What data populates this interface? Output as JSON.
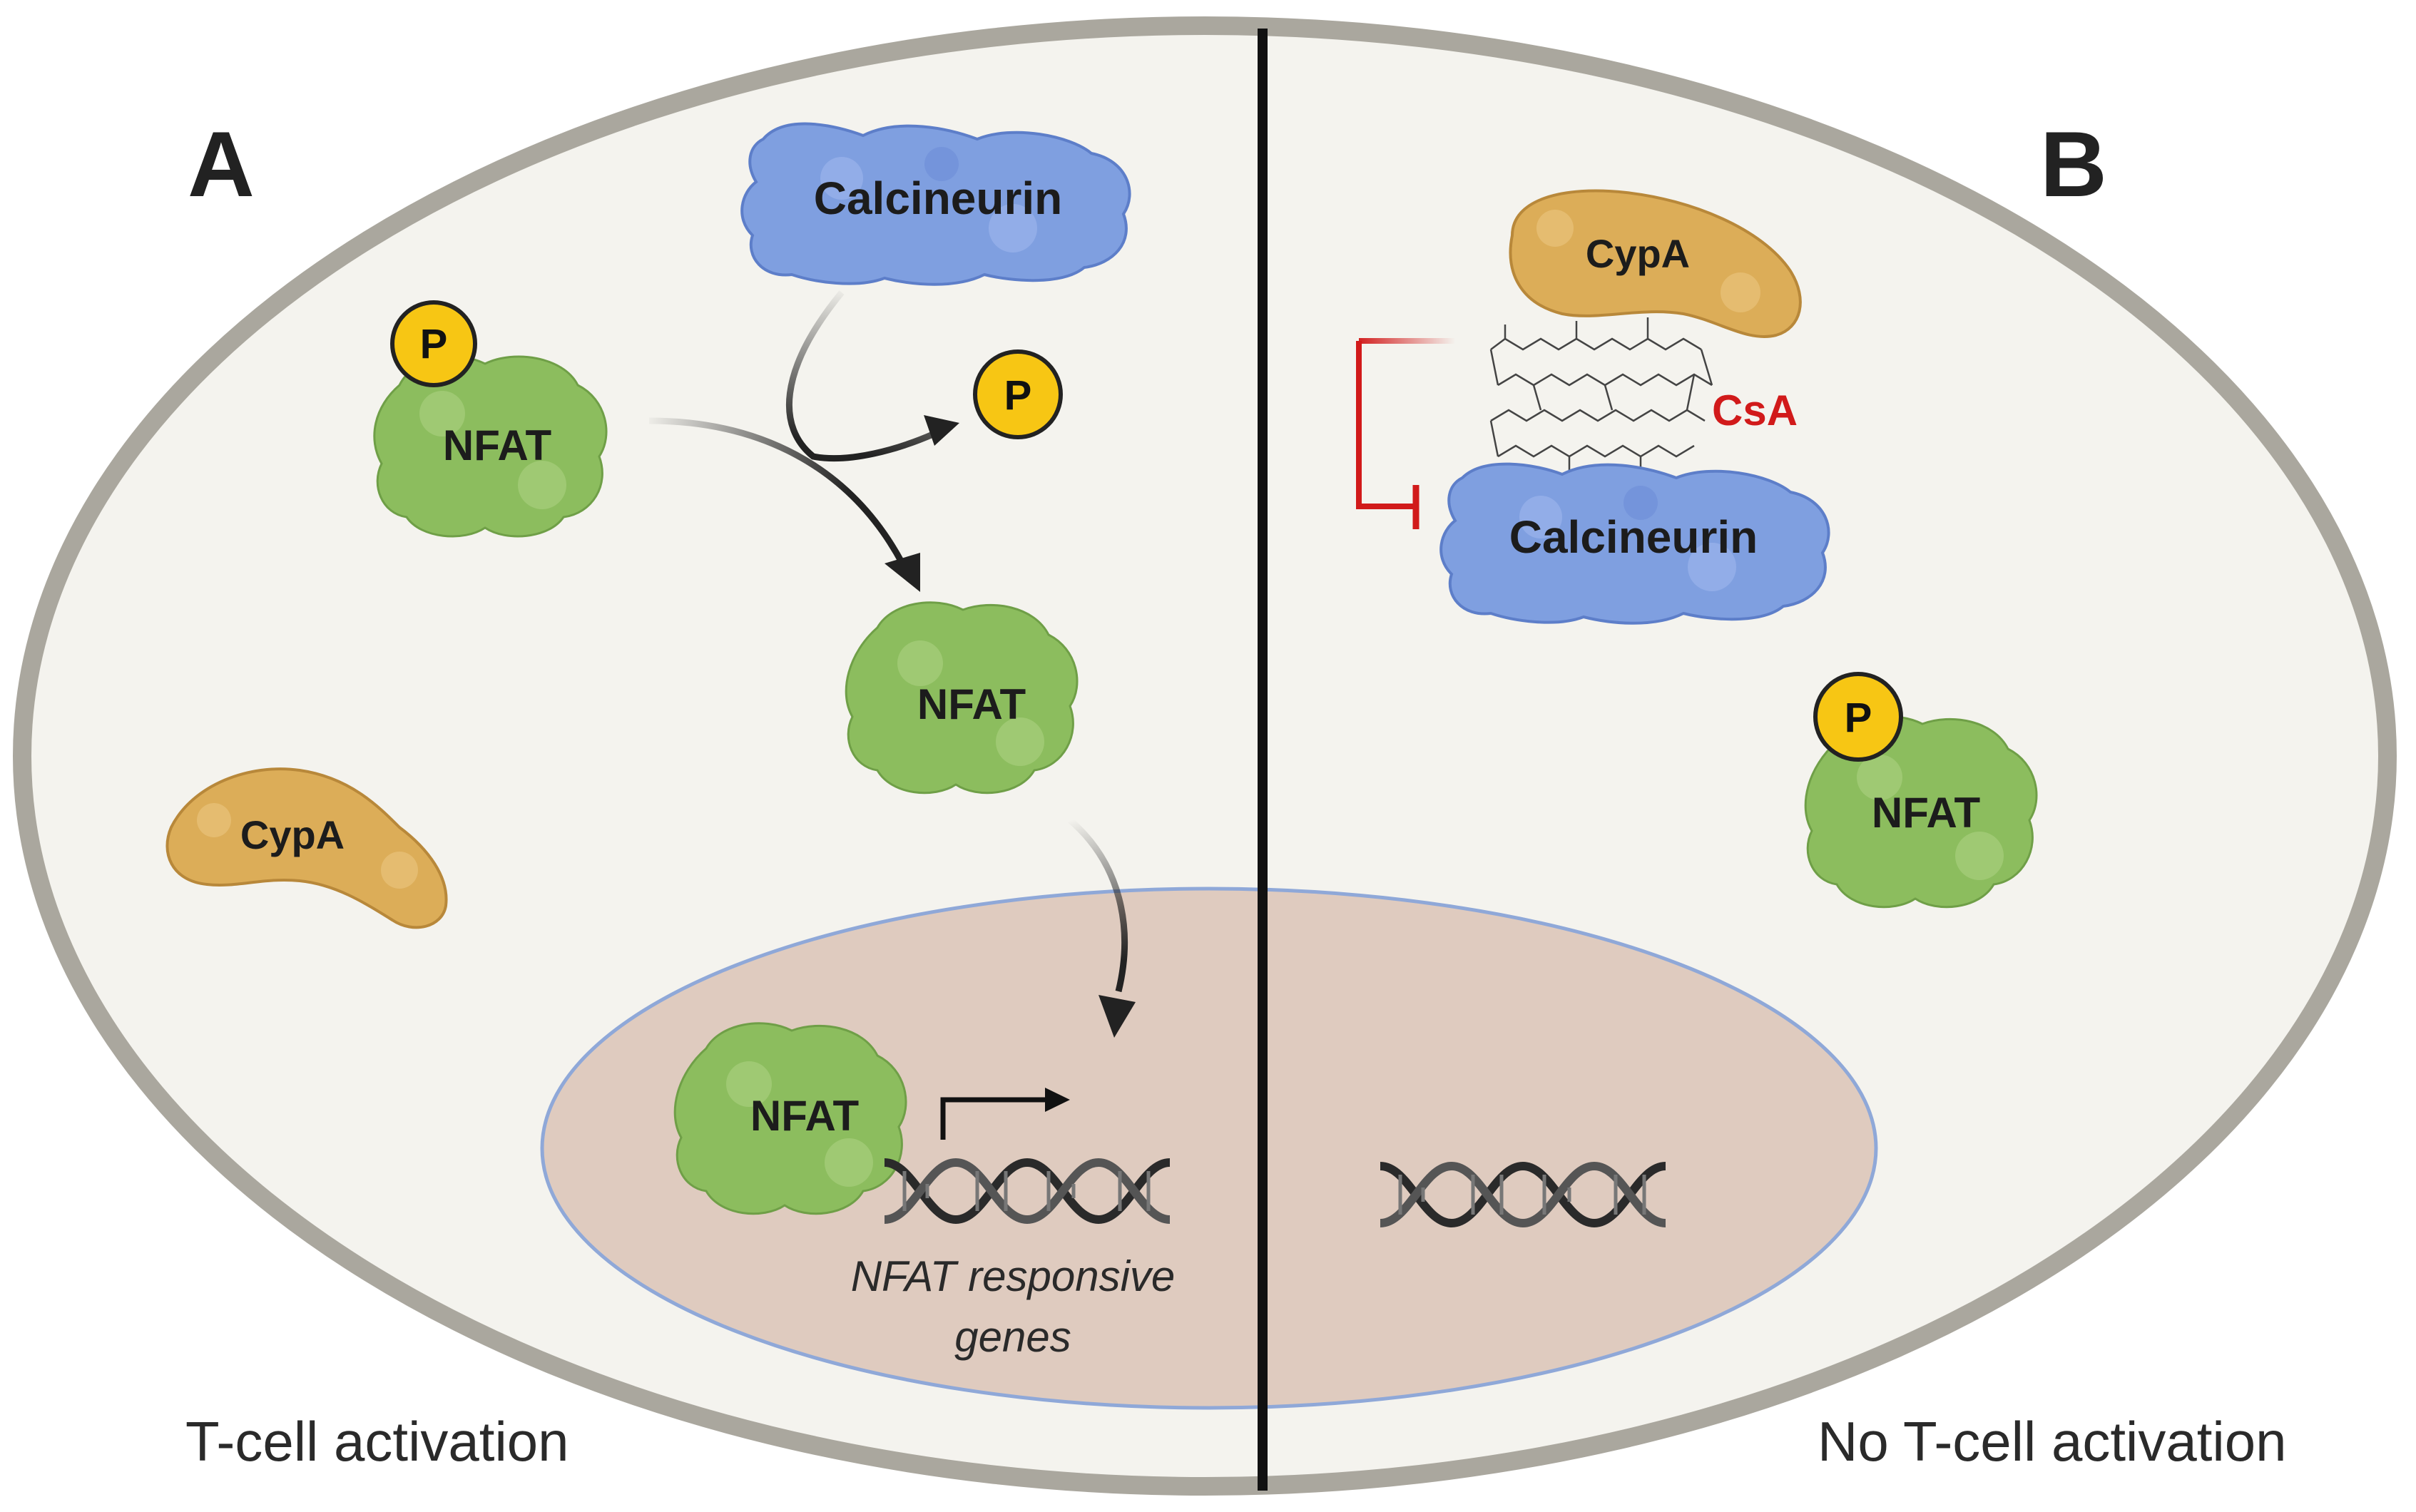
{
  "panels": {
    "a": {
      "letter": "A",
      "caption": "T-cell activation"
    },
    "b": {
      "letter": "B",
      "caption": "No T-cell activation"
    }
  },
  "labels": {
    "calcineurin": "Calcineurin",
    "nfat": "NFAT",
    "cypa": "CypA",
    "phosphate": "P",
    "csa": "CsA",
    "genes_line1": "NFAT responsive",
    "genes_line2": "genes"
  },
  "colors": {
    "cell_border": "#aaa79e",
    "cytoplasm": "#f4f3ee",
    "nucleus": "#dfcbbf",
    "nucleus_border": "#8fa8d8",
    "calcineurin": "#7f9fe0",
    "nfat": "#8cbd5e",
    "cypa": "#dcad58",
    "phosphate": "#f7c614",
    "inhibition": "#d11a1a",
    "arrow": "#222222"
  }
}
